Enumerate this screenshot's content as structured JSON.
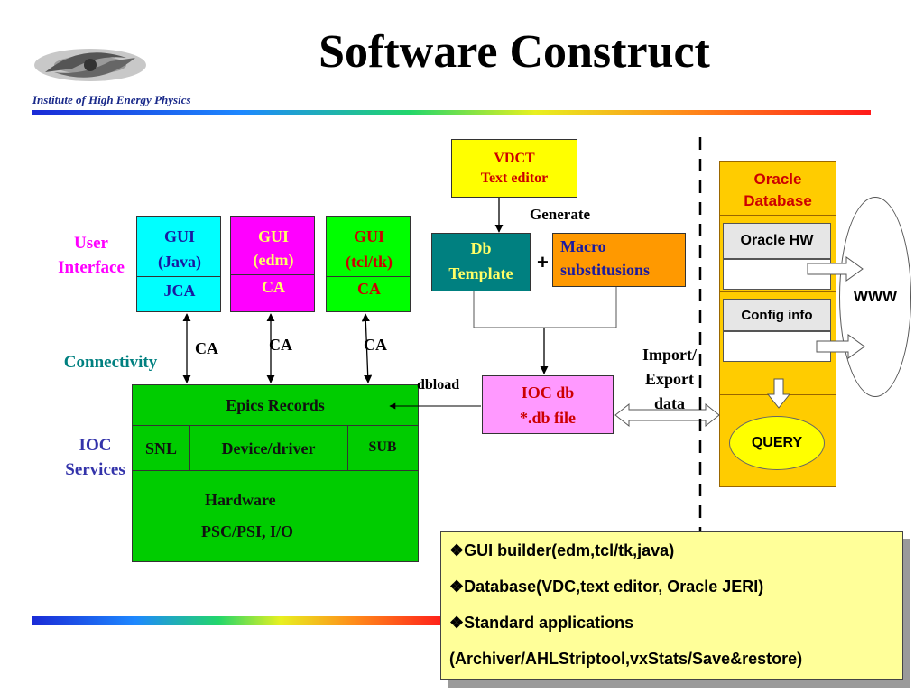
{
  "header": {
    "title": "Software Construct",
    "logo_text": "Institute of High Energy Physics"
  },
  "labels": {
    "user_interface": "User Interface",
    "connectivity": "Connectivity",
    "ioc_services": "IOC Services"
  },
  "gui_boxes": [
    {
      "name": "GUI (Java)",
      "line1": "GUI",
      "line2": "(Java)",
      "protocol": "JCA"
    },
    {
      "name": "GUI (edm)",
      "line1": "GUI",
      "line2": "(edm)",
      "protocol": "CA"
    },
    {
      "name": "GUI (tcl/tk)",
      "line1": "GUI",
      "line2": "(tcl/tk)",
      "protocol": "CA"
    }
  ],
  "ca_labels": [
    "CA",
    "CA",
    "CA"
  ],
  "ioc": {
    "epics_records": "Epics Records",
    "snl": "SNL",
    "device_driver": "Device/driver",
    "sub": "SUB",
    "hardware": "Hardware",
    "psc_psi": "PSC/PSI, I/O"
  },
  "vdct": {
    "line1": "VDCT",
    "line2": "Text editor"
  },
  "generate": "Generate",
  "db_template": {
    "line1": "Db",
    "line2": "Template"
  },
  "plus": "+",
  "macro": {
    "line1": "Macro",
    "line2": "substitusions"
  },
  "ioc_db": {
    "line1": "IOC db",
    "line2": "*.db file"
  },
  "dbload": "dbload",
  "import_export": {
    "line1": "Import/",
    "line2": "Export",
    "line3": "data"
  },
  "oracle": {
    "title_line1": "Oracle",
    "title_line2": "Database",
    "hw": "Oracle HW",
    "config": "Config info",
    "query": "QUERY"
  },
  "www": "WWW",
  "bullets": [
    "❖GUI builder(edm,tcl/tk,java)",
    "❖Database(VDC,text editor, Oracle JERI)",
    "❖Standard applications",
    "(Archiver/AHLStriptool,vxStats/Save&restore)"
  ],
  "colors": {
    "gui_java": "#00ffff",
    "gui_edm": "#ff00ff",
    "gui_tcltk": "#00ff00",
    "ioc_green": "#00cc00",
    "vdct_yellow": "#ffff00",
    "db_template": "#008080",
    "macro_orange": "#ff9900",
    "ioc_db_pink": "#ff99ff",
    "oracle_orange": "#ffcc00",
    "bullet_yellow": "#ffff99"
  }
}
